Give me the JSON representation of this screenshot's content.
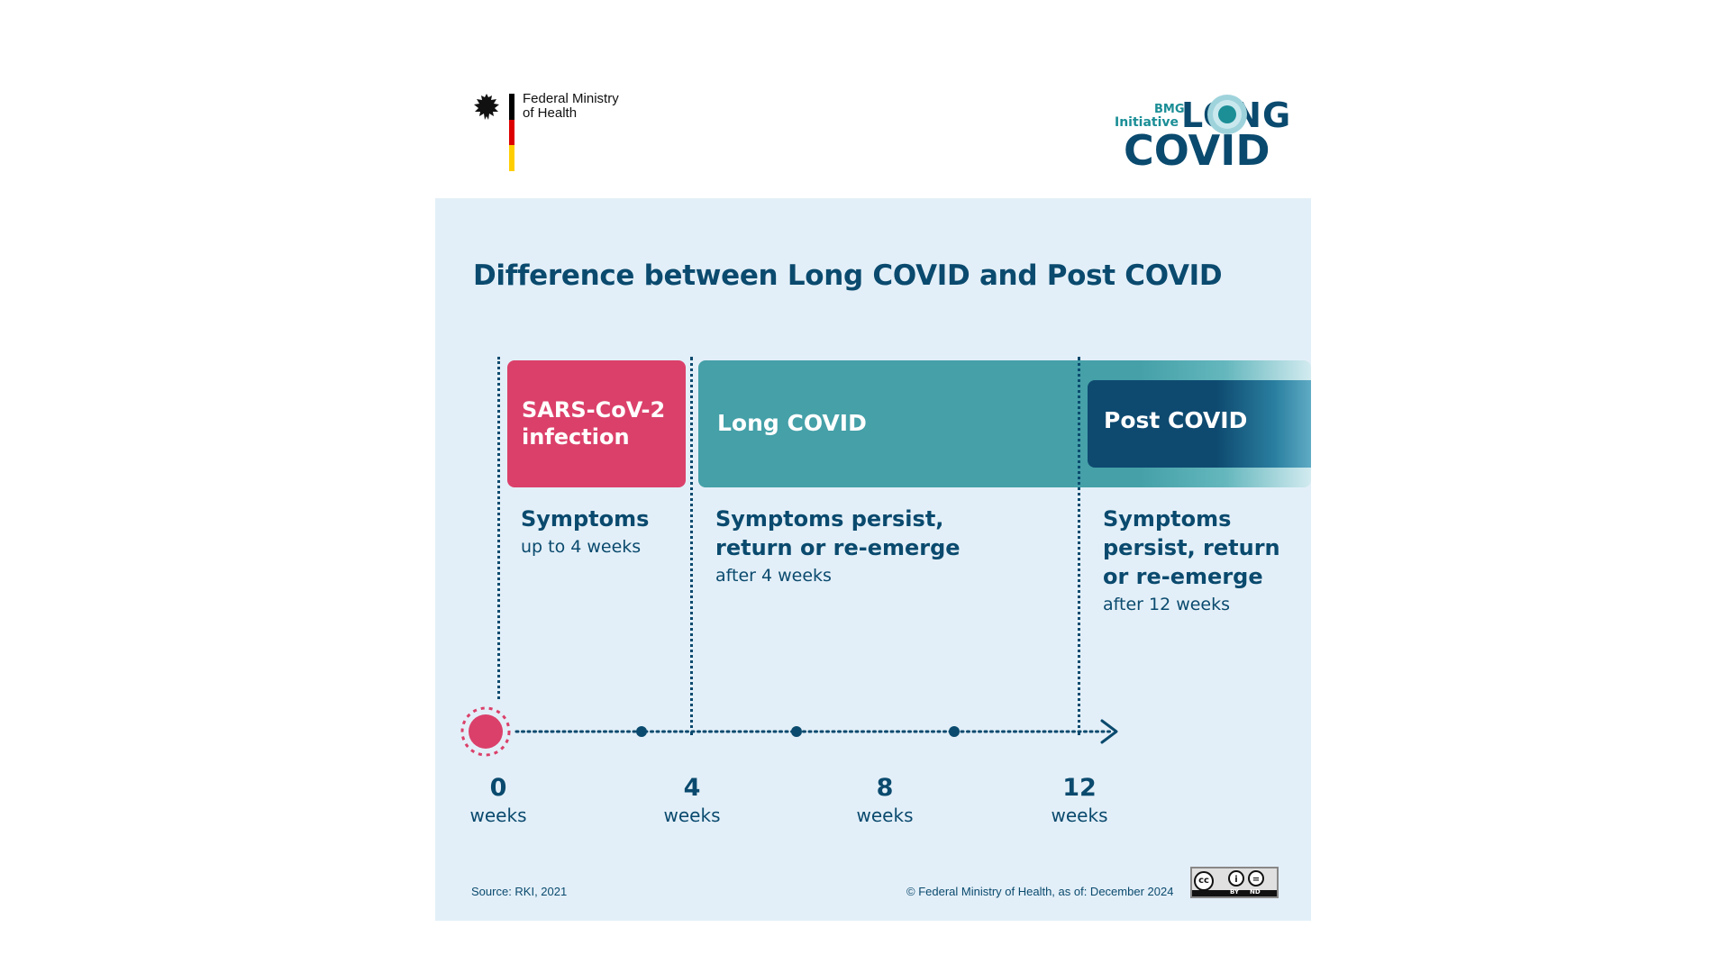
{
  "header": {
    "ministry_name": "Federal Ministry of Health",
    "ministry_line1": "Federal Ministry",
    "ministry_line2": "of Health",
    "initiative_logo": {
      "bmg": "BMG",
      "initiative": "Initiative",
      "long": "LONG",
      "covid": "COVID"
    },
    "flag_colors": [
      "#000000",
      "#dd0000",
      "#ffce00"
    ]
  },
  "title": "Difference between Long COVID and Post COVID",
  "phases": [
    {
      "label": "SARS-CoV-2 infection",
      "label_line1": "SARS-CoV-2",
      "label_line2": "infection",
      "color": "#db406a",
      "headline": "Symptoms",
      "detail": "up to 4 weeks"
    },
    {
      "label": "Long COVID",
      "color": "#45a0a8",
      "headline": "Symptoms persist, return or re-emerge",
      "headline_line1": "Symptoms persist,",
      "headline_line2": "return or re-emerge",
      "detail": "after 4 weeks"
    },
    {
      "label": "Post COVID",
      "color": "#0e4a70",
      "headline": "Symptoms persist, return or re-emerge",
      "headline_line1": "Symptoms",
      "headline_line2": "persist, return",
      "headline_line3": "or re-emerge",
      "detail": "after 12 weeks"
    }
  ],
  "timeline": {
    "ticks": [
      {
        "value": "0",
        "unit": "weeks"
      },
      {
        "value": "4",
        "unit": "weeks"
      },
      {
        "value": "8",
        "unit": "weeks"
      },
      {
        "value": "12",
        "unit": "weeks"
      }
    ],
    "color": "#0a4a6e",
    "start_marker_color": "#db406a"
  },
  "footer": {
    "source": "Source: RKI, 2021",
    "copyright": "© Federal Ministry of Health, as of: December 2024",
    "license": {
      "cc": "cc",
      "by": "BY",
      "nd": "ND"
    }
  },
  "colors": {
    "panel_bg": "#e3eff8",
    "text_dark": "#0a4a6e",
    "accent_pink": "#db406a",
    "accent_teal": "#45a0a8",
    "accent_navy": "#0e4a70"
  }
}
